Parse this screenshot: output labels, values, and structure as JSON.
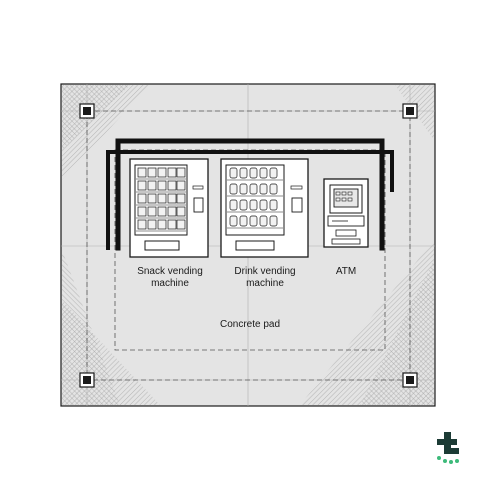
{
  "labels": {
    "snack": {
      "line1": "Snack vending",
      "line2": "machine"
    },
    "drink": {
      "line1": "Drink vending",
      "line2": "machine"
    },
    "atm": "ATM",
    "pad": "Concrete pad"
  },
  "colors": {
    "slab_fill": "#e4e4e4",
    "stroke": "#1a1a1a",
    "hatch": "#8a8a8a",
    "logo_dark": "#1c3b35",
    "logo_green": "#3dba7a"
  },
  "icons": {
    "logo": "brand-logo-icon"
  }
}
